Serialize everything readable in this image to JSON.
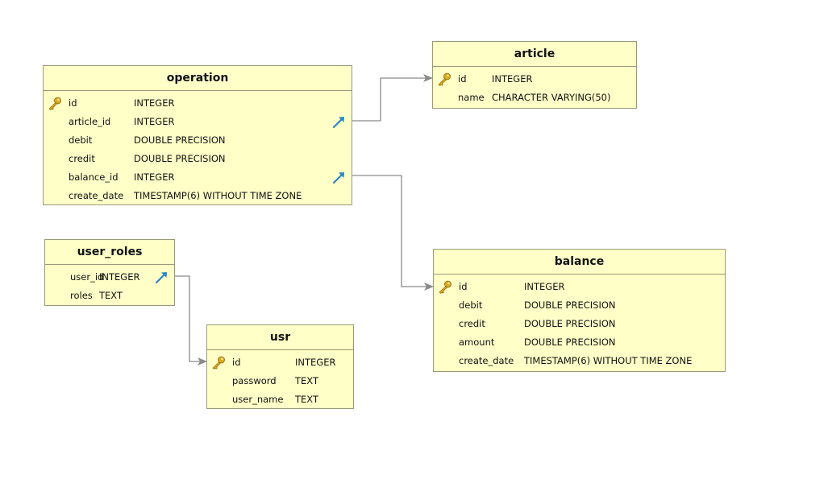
{
  "entities": {
    "operation": {
      "name": "operation",
      "attributes": [
        {
          "name": "id",
          "type": "INTEGER",
          "pk": true
        },
        {
          "name": "article_id",
          "type": "INTEGER",
          "fk": true
        },
        {
          "name": "debit",
          "type": "DOUBLE PRECISION"
        },
        {
          "name": "credit",
          "type": "DOUBLE PRECISION"
        },
        {
          "name": "balance_id",
          "type": "INTEGER",
          "fk": true
        },
        {
          "name": "create_date",
          "type": "TIMESTAMP(6) WITHOUT TIME ZONE"
        }
      ]
    },
    "article": {
      "name": "article",
      "attributes": [
        {
          "name": "id",
          "type": "INTEGER",
          "pk": true
        },
        {
          "name": "name",
          "type": "CHARACTER VARYING(50)"
        }
      ]
    },
    "user_roles": {
      "name": "user_roles",
      "attributes": [
        {
          "name": "user_id",
          "type": "INTEGER",
          "fk": true
        },
        {
          "name": "roles",
          "type": "TEXT"
        }
      ]
    },
    "usr": {
      "name": "usr",
      "attributes": [
        {
          "name": "id",
          "type": "INTEGER",
          "pk": true
        },
        {
          "name": "password",
          "type": "TEXT"
        },
        {
          "name": "user_name",
          "type": "TEXT"
        }
      ]
    },
    "balance": {
      "name": "balance",
      "attributes": [
        {
          "name": "id",
          "type": "INTEGER",
          "pk": true
        },
        {
          "name": "debit",
          "type": "DOUBLE PRECISION"
        },
        {
          "name": "credit",
          "type": "DOUBLE PRECISION"
        },
        {
          "name": "amount",
          "type": "DOUBLE PRECISION"
        },
        {
          "name": "create_date",
          "type": "TIMESTAMP(6) WITHOUT TIME ZONE"
        }
      ]
    }
  },
  "relationships": [
    {
      "from": "operation.article_id",
      "to": "article.id"
    },
    {
      "from": "operation.balance_id",
      "to": "balance.id"
    },
    {
      "from": "user_roles.user_id",
      "to": "usr.id"
    }
  ],
  "colors": {
    "entity_fill": "#ffffc8",
    "entity_border": "#9a9a78",
    "connector": "#8a8a8a",
    "primary_key_icon": "#e0a81c",
    "foreign_key_icon": "#2a86c8"
  },
  "icons": {
    "primary_key": "key-icon",
    "foreign_key": "foreign-key-arrow-icon"
  }
}
